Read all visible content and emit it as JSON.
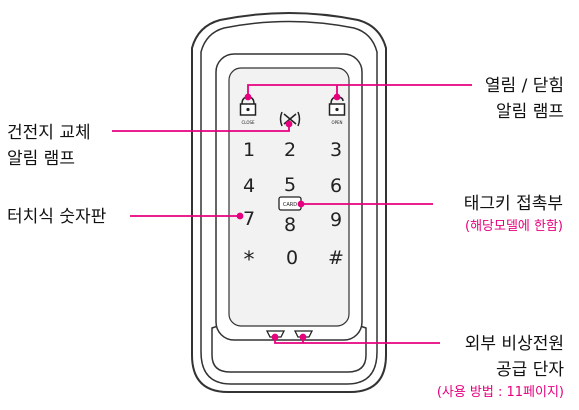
{
  "callouts": {
    "open_close_lamp": {
      "line1": "열림 / 닫힘",
      "line2": "알림 램프"
    },
    "battery_lamp": {
      "line1": "건전지 교체",
      "line2": "알림 램프"
    },
    "tag_key": {
      "line1": "태그키 접촉부",
      "note": "(해당모델에 한함)"
    },
    "touch_pad": {
      "line1": "터치식 숫자판"
    },
    "emergency_power": {
      "line1": "외부 비상전원",
      "line2": "공급 단자",
      "note": "(사용 방법 : 11페이지)"
    }
  },
  "device": {
    "keys": [
      "1",
      "2",
      "3",
      "4",
      "5",
      "6",
      "7",
      "8",
      "9",
      "*",
      "0",
      "#"
    ],
    "close_label": "CLOSE",
    "open_label": "OPEN",
    "card_label": "CARD"
  },
  "colors": {
    "accent": "#e6007e",
    "body_outline": "#333333",
    "screen": "#f2f2f2"
  },
  "icons": [
    "lock-closed-icon",
    "lock-open-icon",
    "battery-warning-icon",
    "card-icon"
  ]
}
